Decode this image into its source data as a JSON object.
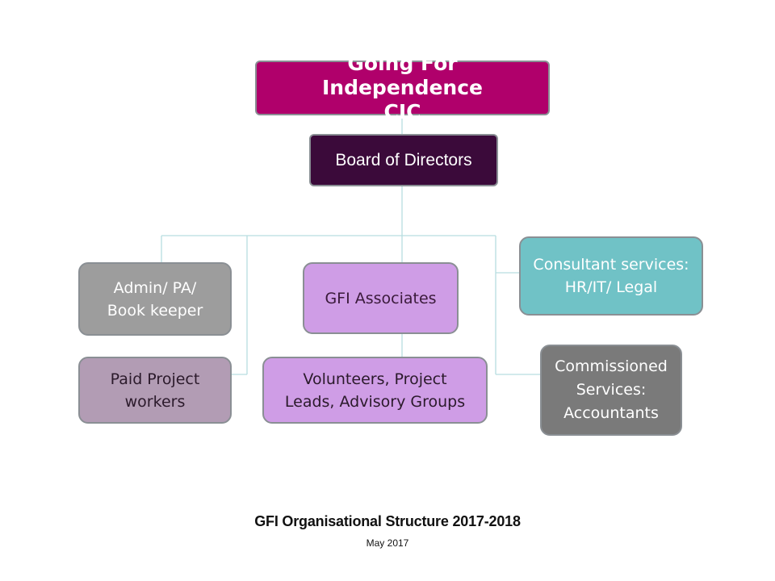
{
  "org_chart": {
    "nodes": {
      "root": "Going For Independence\nCIC",
      "board": "Board of Directors",
      "admin": "Admin/ PA/\nBook keeper",
      "associates": "GFI Associates",
      "consultant": "Consultant services:\nHR/IT/ Legal",
      "paid_workers": "Paid Project\nworkers",
      "volunteers": "Volunteers, Project\nLeads, Advisory Groups",
      "commissioned": "Commissioned\nServices:\nAccountants"
    },
    "connector_color": "#b7dde0",
    "colors": {
      "root": "#b0006b",
      "board": "#3b0a3a",
      "admin": "#9d9d9d",
      "associates": "#cf9de6",
      "consultant": "#70c2c6",
      "paid_workers": "#b29cb4",
      "volunteers": "#cf9de6",
      "commissioned": "#7a7a7a"
    }
  },
  "caption": {
    "title": "GFI Organisational Structure  2017-2018",
    "date": "May 2017"
  }
}
